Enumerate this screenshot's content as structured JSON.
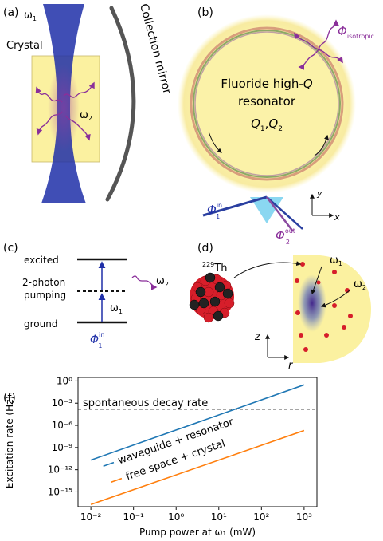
{
  "panel_a": {
    "label": "(a)",
    "omega1": "ω",
    "omega1_sub": "1",
    "crystal": "Crystal",
    "omega2": "ω",
    "omega2_sub": "2",
    "mirror": "Collection mirror"
  },
  "panel_b": {
    "label": "(b)",
    "phi_iso": "Φ",
    "phi_iso_sub": "isotropic",
    "title_line1": "Fluoride high-",
    "title_q": "Q",
    "title_line2": "resonator",
    "q1": "Q",
    "q1_sub": "1",
    "comma": ",",
    "q2": "Q",
    "q2_sub": "2",
    "phi_in": "Φ",
    "phi_in_sup": "in",
    "phi_in_sub": "1",
    "phi_out": "Φ",
    "phi_out_sup": "out",
    "phi_out_sub": "2",
    "axis_y": "y",
    "axis_x": "x"
  },
  "panel_c": {
    "label": "(c)",
    "excited": "excited",
    "pumping_line1": "2-photon",
    "pumping_line2": "pumping",
    "ground": "ground",
    "omega1": "ω",
    "omega1_sub": "1",
    "omega2": "ω",
    "omega2_sub": "2",
    "phi": "Φ",
    "phi_sup": "in",
    "phi_sub": "1"
  },
  "panel_d": {
    "label": "(d)",
    "isotope_mass": "229",
    "isotope_symbol": "Th",
    "omega1": "ω",
    "omega1_sub": "1",
    "omega2": "ω",
    "omega2_sub": "2",
    "axis_z": "z",
    "axis_r": "r"
  },
  "panel_f": {
    "label": "(f)"
  },
  "colors": {
    "pump_blue": "#1f2fa8",
    "emission_purple": "#8a2f9a",
    "crystal_yellow": "#fbf1a0",
    "line_blue": "#1f77b4",
    "line_orange": "#ff7f0e"
  },
  "chart_data": {
    "type": "line",
    "xlabel": "Pump power at ω₁ (mW)",
    "ylabel": "Excitation rate (Hz)",
    "xscale": "log",
    "yscale": "log",
    "xlim": [
      0.005,
      2000
    ],
    "ylim": [
      1e-17,
      3
    ],
    "xticks": [
      "10⁻²",
      "10⁻¹",
      "10⁰",
      "10¹",
      "10²",
      "10³"
    ],
    "yticks": [
      "10⁰",
      "10⁻³",
      "10⁻⁶",
      "10⁻⁹",
      "10⁻¹²",
      "10⁻¹⁵"
    ],
    "legend_position": "center",
    "series": [
      {
        "name": "waveguide + resonator",
        "color": "#1f77b4",
        "x": [
          0.01,
          1000
        ],
        "y": [
          2e-11,
          0.3
        ]
      },
      {
        "name": "free space + crystal",
        "color": "#ff7f0e",
        "x": [
          0.01,
          1000
        ],
        "y": [
          2e-17,
          2e-07
        ]
      }
    ],
    "reference_line": {
      "label": "spontaneous decay rate",
      "y": 0.00015,
      "style": "dashed"
    }
  }
}
